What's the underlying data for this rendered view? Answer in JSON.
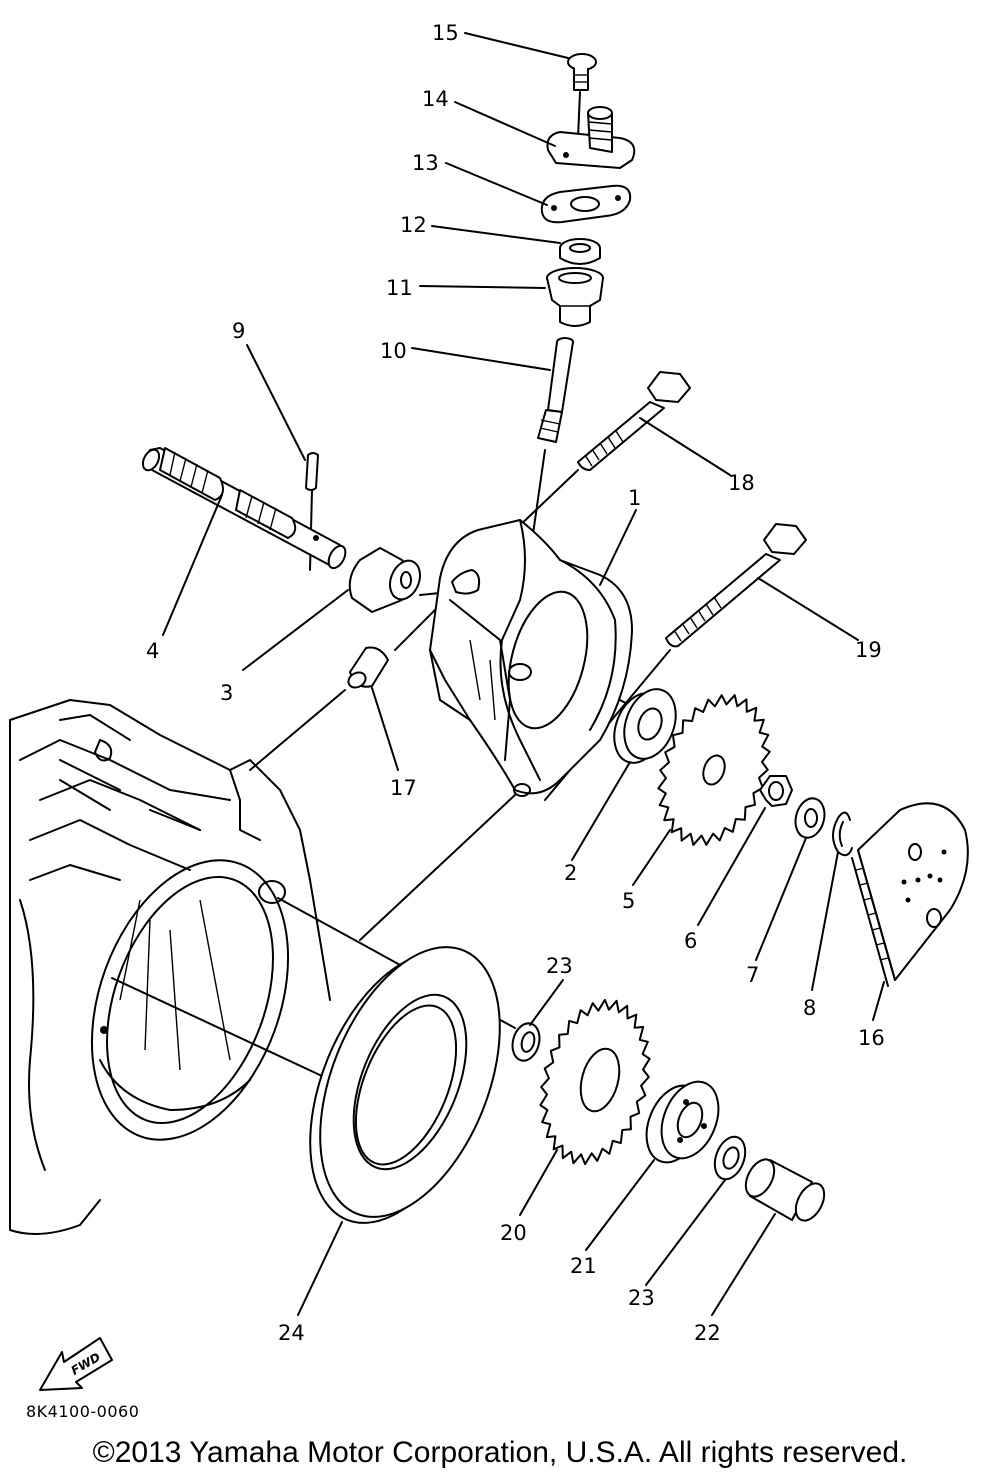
{
  "diagram": {
    "callouts": [
      "1",
      "2",
      "3",
      "4",
      "5",
      "6",
      "7",
      "8",
      "9",
      "10",
      "11",
      "12",
      "13",
      "14",
      "15",
      "16",
      "17",
      "18",
      "19",
      "20",
      "21",
      "22",
      "23",
      "23",
      "24"
    ],
    "arrow_label": "FWD",
    "drawing_code": "8K4100-0060"
  },
  "footer": {
    "copyright": "©2013 Yamaha Motor Corporation, U.S.A. All rights reserved."
  }
}
